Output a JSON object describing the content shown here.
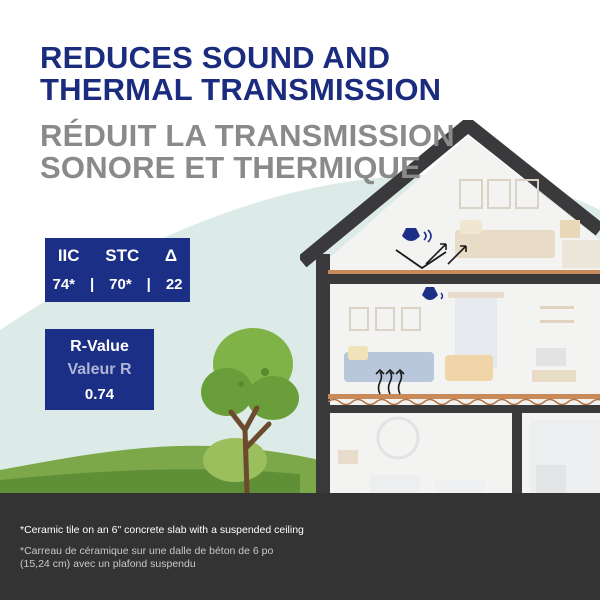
{
  "headline": {
    "en_line1": "REDUCES SOUND AND",
    "en_line2": "THERMAL TRANSMISSION",
    "fr_line1": "RÉDUIT LA TRANSMISSION",
    "fr_line2": "SONORE ET THERMIQUE"
  },
  "ratings": {
    "headers": [
      "IIC",
      "STC",
      "Δ"
    ],
    "values": [
      "74*",
      "|",
      "70*",
      "|",
      "22"
    ]
  },
  "r_value": {
    "label_en": "R-Value",
    "label_fr": "Valeur R",
    "value": "0.74"
  },
  "footnotes": {
    "en": "*Ceramic tile on an 6\" concrete slab with a suspended ceiling",
    "fr": "*Carreau de céramique sur une dalle de béton de 6 po (15,24 cm) avec un plafond suspendu"
  },
  "colors": {
    "brand_navy": "#1c2f86",
    "headline_grey": "#8a8a8a",
    "house_frame": "#3a3a3c",
    "floor_accent": "#c98a5a",
    "footer": "#333333"
  },
  "icons": [
    "sound-speaker-icon",
    "sound-reflect-arrows-icon",
    "heat-rise-arrows-icon",
    "tree-illustration",
    "house-illustration"
  ]
}
